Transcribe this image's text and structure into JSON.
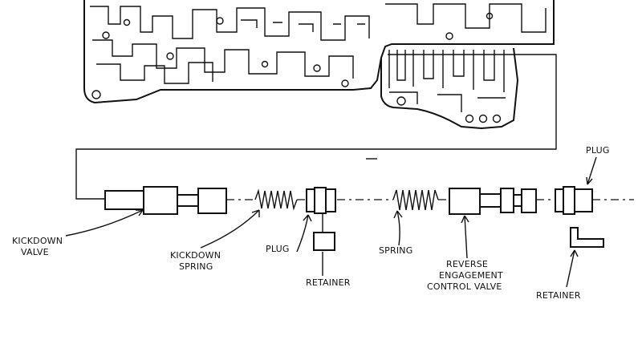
{
  "labels": {
    "kickdown_valve": [
      "KICKDOWN",
      "VALVE"
    ],
    "kickdown_spring": [
      "KICKDOWN",
      "SPRING"
    ],
    "plug_left": "PLUG",
    "retainer_left": "RETAINER",
    "spring": "SPRING",
    "reverse_valve": [
      "REVERSE",
      "ENGAGEMENT",
      "CONTROL VALVE"
    ],
    "plug_right": "PLUG",
    "retainer_right": "RETAINER"
  },
  "colors": {
    "ink": "#111111",
    "paper": "#ffffff"
  }
}
